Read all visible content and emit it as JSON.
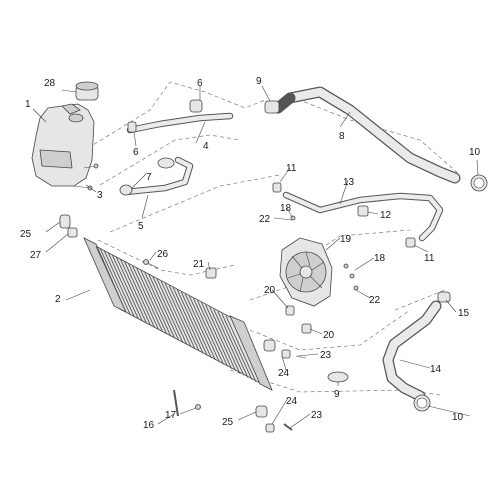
{
  "diagram": {
    "callouts": {
      "c1": "1",
      "c2": "2",
      "c3": "3",
      "c4": "4",
      "c5": "5",
      "c6a": "6",
      "c6b": "6",
      "c7": "7",
      "c8": "8",
      "c9a": "9",
      "c9b": "9",
      "c10a": "10",
      "c10b": "10",
      "c11a": "11",
      "c11b": "11",
      "c12": "12",
      "c13": "13",
      "c14": "14",
      "c15": "15",
      "c16": "16",
      "c17": "17",
      "c18a": "18",
      "c18b": "18",
      "c19": "19",
      "c20a": "20",
      "c20b": "20",
      "c21": "21",
      "c22a": "22",
      "c22b": "22",
      "c23a": "23",
      "c23b": "23",
      "c24a": "24",
      "c24b": "24",
      "c25a": "25",
      "c25b": "25",
      "c26": "26",
      "c27": "27",
      "c28": "28"
    }
  }
}
